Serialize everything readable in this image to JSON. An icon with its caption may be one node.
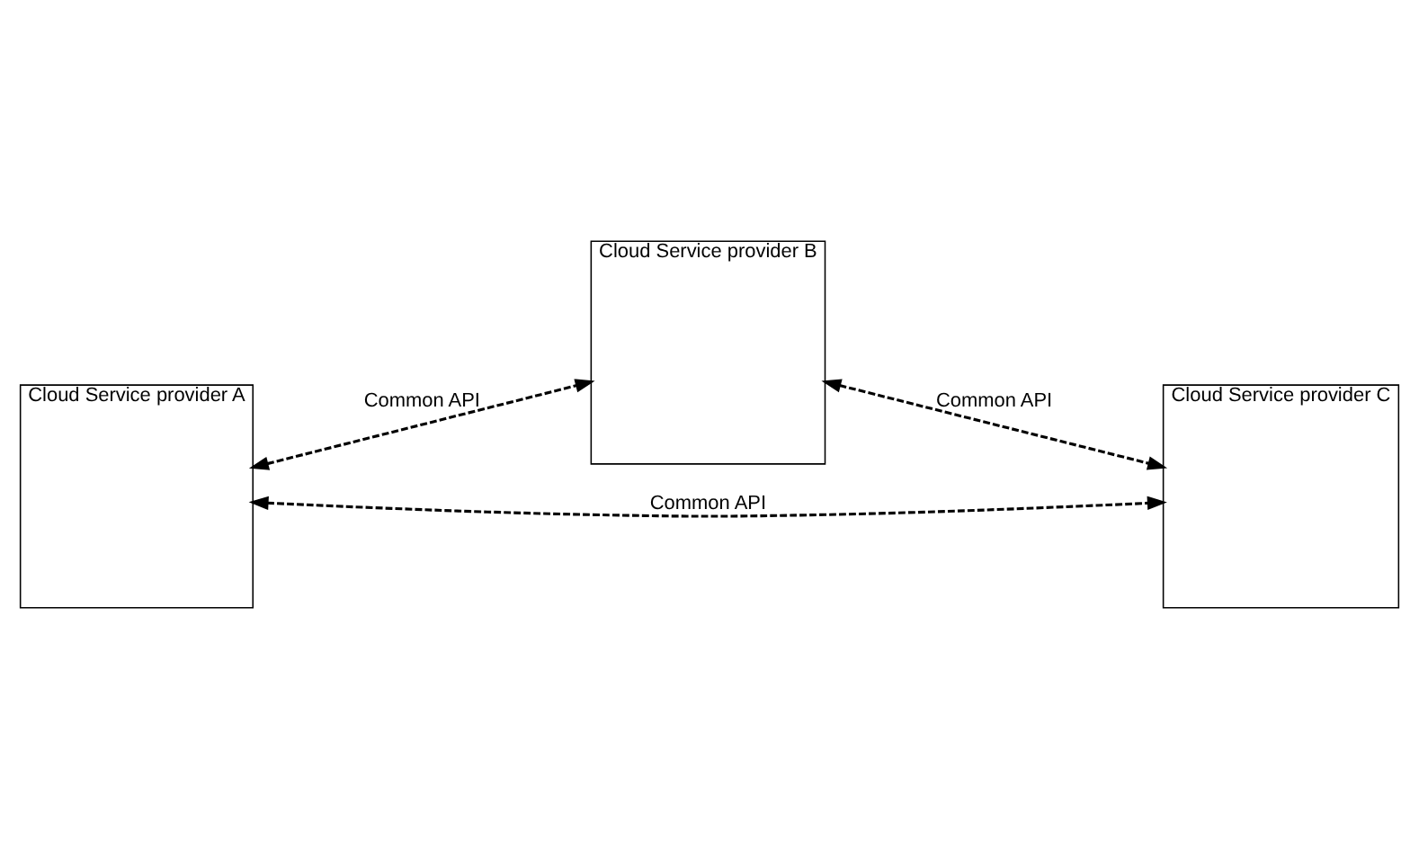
{
  "diagram": {
    "nodes": [
      {
        "text": [
          "Cloud Service provider A"
        ]
      },
      {
        "text": [
          "Cloud Service provider B"
        ]
      },
      {
        "text": [
          "Cloud Service provider C"
        ]
      }
    ],
    "edges": [
      {
        "from": 0,
        "to": 1,
        "arrow": "both",
        "style": "dashed",
        "label": "Common API"
      },
      {
        "from": 1,
        "to": 2,
        "arrow": "both",
        "style": "dashed",
        "label": "Common API"
      },
      {
        "from": 0,
        "to": 2,
        "arrow": "both",
        "style": "dashed",
        "label": "Common API"
      }
    ]
  }
}
